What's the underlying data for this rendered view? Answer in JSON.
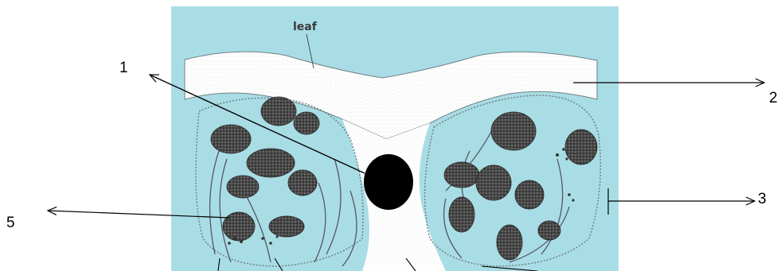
{
  "diagram": {
    "panel_label": "leaf",
    "callouts": {
      "one": "1",
      "two": "2",
      "three": "3",
      "five": "5"
    }
  },
  "colors": {
    "background": "#a9dde5",
    "tissue": "#ffffff",
    "ink": "#000000",
    "stipple": "#7d8f94"
  }
}
